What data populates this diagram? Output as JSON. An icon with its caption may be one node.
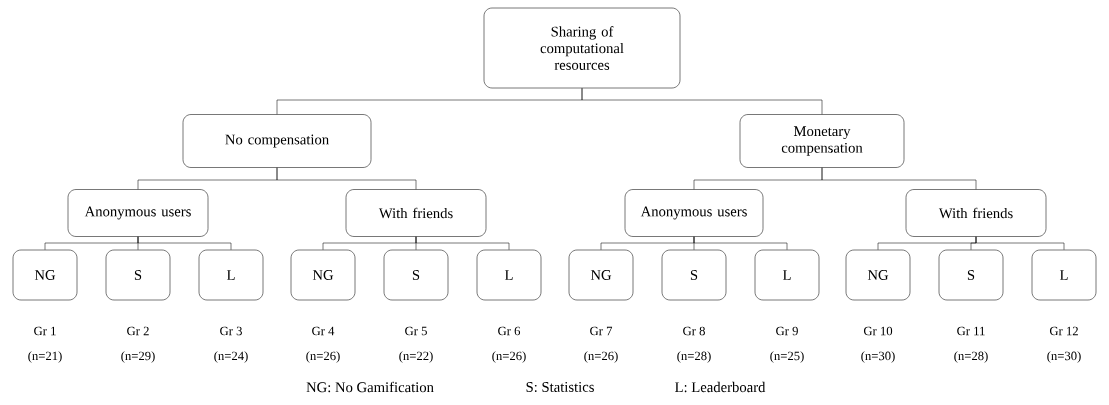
{
  "diagram": {
    "nodes": [
      {
        "text": [
          "Sharing of computational resources"
        ]
      },
      {
        "text": [
          "No compensation"
        ]
      },
      {
        "text": [
          "Monetary compensation"
        ]
      },
      {
        "text": [
          "Anonymous users"
        ]
      },
      {
        "text": [
          "With friends"
        ]
      },
      {
        "text": [
          "Anonymous users"
        ]
      },
      {
        "text": [
          "With friends"
        ]
      },
      {
        "text": [
          "NG"
        ],
        "beside": [
          "Gr 1",
          "(n=21)"
        ]
      },
      {
        "text": [
          "S"
        ],
        "beside": [
          "Gr 2",
          "(n=29)"
        ]
      },
      {
        "text": [
          "L"
        ],
        "beside": [
          "Gr 3",
          "(n=24)"
        ]
      },
      {
        "text": [
          "NG"
        ],
        "beside": [
          "Gr 4",
          "(n=26)"
        ]
      },
      {
        "text": [
          "S"
        ],
        "beside": [
          "Gr 5",
          "(n=22)"
        ]
      },
      {
        "text": [
          "L"
        ],
        "beside": [
          "Gr 6",
          "(n=26)"
        ]
      },
      {
        "text": [
          "NG"
        ],
        "beside": [
          "Gr 7",
          "(n=26)"
        ]
      },
      {
        "text": [
          "S"
        ],
        "beside": [
          "Gr 8",
          "(n=28)"
        ]
      },
      {
        "text": [
          "L"
        ],
        "beside": [
          "Gr 9",
          "(n=25)"
        ]
      },
      {
        "text": [
          "NG"
        ],
        "beside": [
          "Gr 10",
          "(n=30)"
        ]
      },
      {
        "text": [
          "S"
        ],
        "beside": [
          "Gr 11",
          "(n=28)"
        ]
      },
      {
        "text": [
          "L"
        ],
        "beside": [
          "Gr 12",
          "(n=30)"
        ]
      }
    ],
    "edges": [
      {
        "from": 0,
        "to": 1,
        "arrow": "none"
      },
      {
        "from": 0,
        "to": 2,
        "arrow": "none"
      },
      {
        "from": 1,
        "to": 3,
        "arrow": "none"
      },
      {
        "from": 1,
        "to": 4,
        "arrow": "none"
      },
      {
        "from": 2,
        "to": 5,
        "arrow": "none"
      },
      {
        "from": 2,
        "to": 6,
        "arrow": "none"
      },
      {
        "from": 3,
        "to": 7,
        "arrow": "none"
      },
      {
        "from": 3,
        "to": 8,
        "arrow": "none"
      },
      {
        "from": 3,
        "to": 9,
        "arrow": "none"
      },
      {
        "from": 4,
        "to": 10,
        "arrow": "none"
      },
      {
        "from": 4,
        "to": 11,
        "arrow": "none"
      },
      {
        "from": 4,
        "to": 12,
        "arrow": "none"
      },
      {
        "from": 5,
        "to": 13,
        "arrow": "none"
      },
      {
        "from": 5,
        "to": 14,
        "arrow": "none"
      },
      {
        "from": 5,
        "to": 15,
        "arrow": "none"
      },
      {
        "from": 6,
        "to": 16,
        "arrow": "none"
      },
      {
        "from": 6,
        "to": 17,
        "arrow": "none"
      },
      {
        "from": 6,
        "to": 18,
        "arrow": "none"
      }
    ],
    "labels": [
      "NG: No Gamification",
      "S: Statistics",
      "L: Leaderboard"
    ]
  }
}
